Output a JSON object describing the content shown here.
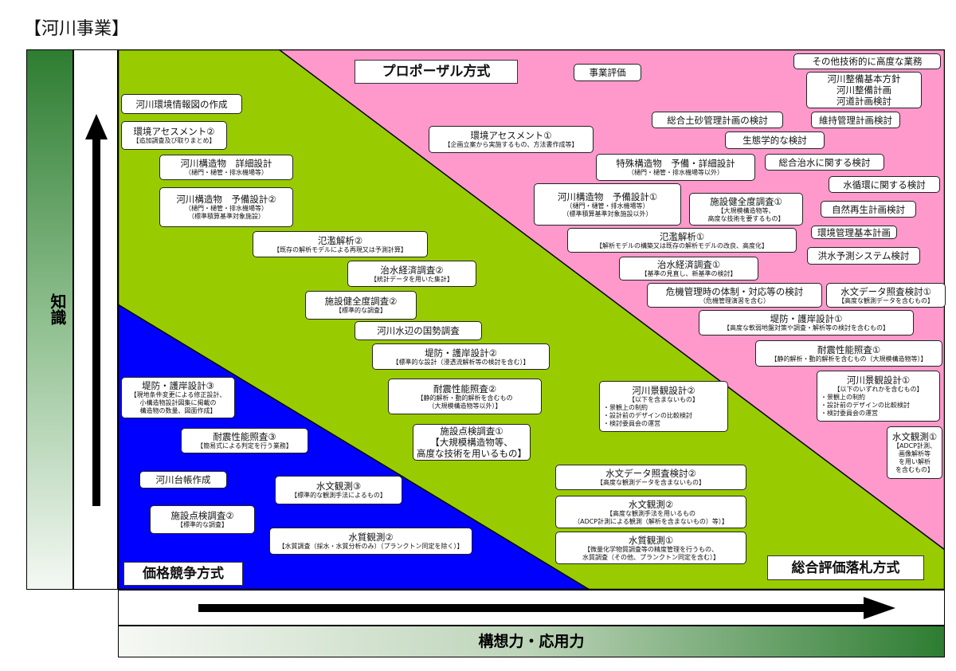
{
  "title": "【河川事業】",
  "axes": {
    "vertical_label": "知識",
    "horizontal_label": "構想力・応用力"
  },
  "colors": {
    "proposal": "#ff99cc",
    "comprehensive": "#99cc00",
    "price": "#0000ff"
  },
  "methods": {
    "proposal": "プロポーザル方式",
    "price": "価格競争方式",
    "comprehensive": "総合評価落札方式"
  },
  "boxes": [
    {
      "id": "jigyo-hyoka",
      "title": "事業評価",
      "lines": []
    },
    {
      "id": "sonota",
      "title": "その他技術的に高度な業務",
      "lines": []
    },
    {
      "id": "seibi",
      "title": "河川整備基本方針",
      "lines": [
        "河川整備計画",
        "河道計画検討"
      ],
      "bigLines": true
    },
    {
      "id": "dosha",
      "title": "総合土砂管理計画の検討",
      "lines": []
    },
    {
      "id": "iji",
      "title": "維持管理計画検討",
      "lines": []
    },
    {
      "id": "seitai",
      "title": "生態学的な検討",
      "lines": []
    },
    {
      "id": "sogo-chisui",
      "title": "総合治水に関する検討",
      "lines": []
    },
    {
      "id": "mizujunkan",
      "title": "水循環に関する検討",
      "lines": []
    },
    {
      "id": "shizen",
      "title": "自然再生計画検討",
      "lines": []
    },
    {
      "id": "kankyo-kanri",
      "title": "環境管理基本計画",
      "lines": []
    },
    {
      "id": "kozui",
      "title": "洪水予測システム検討",
      "lines": []
    },
    {
      "id": "assess1",
      "title": "環境アセスメント①",
      "lines": [
        "【企画立案から実施するもの、方法書作成等】"
      ]
    },
    {
      "id": "tokushu",
      "title": "特殊構造物　予備・詳細設計",
      "lines": [
        "（樋門・樋管・排水機場等以外）"
      ]
    },
    {
      "id": "yobi1",
      "title": "河川構造物　予備設計①",
      "lines": [
        "（樋門・樋管・排水機場等）",
        "（標準積算基準対象施設以外）"
      ]
    },
    {
      "id": "kenzen1",
      "title": "施設健全度調査①",
      "lines": [
        "【大規模構造物等、",
        "高度な技術を要するもの】"
      ]
    },
    {
      "id": "hanran1",
      "title": "氾濫解析①",
      "lines": [
        "【解析モデルの構築又は既存の解析モデルの改良、高度化】"
      ]
    },
    {
      "id": "keizai1",
      "title": "治水経済調査①",
      "lines": [
        "【基準の見直し、新基準の検討】"
      ]
    },
    {
      "id": "kiki",
      "title": "危機管理時の体制・対応等の検討",
      "lines": [
        "（危機管理演習を含む）"
      ]
    },
    {
      "id": "suimon-data1",
      "title": "水文データ照査検討①",
      "lines": [
        "【高度な観測データを含むもの】"
      ]
    },
    {
      "id": "teibo1",
      "title": "堤防・護岸設計①",
      "lines": [
        "【高度な軟弱地盤対策や調査・解析等の検討を含むもの】"
      ]
    },
    {
      "id": "taishin1",
      "title": "耐震性能照査①",
      "lines": [
        "【静的解析・動的解析を含むもの（大規模構造物等）】"
      ]
    },
    {
      "id": "keikan1",
      "title": "河川景観設計①",
      "lines": [
        "【以下のいずれかを含むもの】",
        "・景観上の制約",
        "・設計前のデザインの比較検討",
        "・検討委員会の運営"
      ],
      "bullets": true
    },
    {
      "id": "suimon1",
      "title": "水文観測①",
      "lines": [
        "【ADCP計測、",
        "画像解析等",
        "を用い解析",
        "を含むもの】"
      ]
    },
    {
      "id": "jouhouzu",
      "title": "河川環境情報図の作成",
      "lines": []
    },
    {
      "id": "assess2",
      "title": "環境アセスメント②",
      "lines": [
        "【追加調査及び取りまとめ】"
      ]
    },
    {
      "id": "shosai",
      "title": "河川構造物　詳細設計",
      "lines": [
        "（樋門・樋管・排水機場等）"
      ]
    },
    {
      "id": "yobi2",
      "title": "河川構造物　予備設計②",
      "lines": [
        "（樋門・樋管・排水機場等）",
        "（標準積算基準対象施設）"
      ]
    },
    {
      "id": "hanran2",
      "title": "氾濫解析②",
      "lines": [
        "【既存の解析モデルによる再現又は予測計算】"
      ]
    },
    {
      "id": "keizai2",
      "title": "治水経済調査②",
      "lines": [
        "【統計データを用いた集計】"
      ]
    },
    {
      "id": "kenzen2",
      "title": "施設健全度調査②",
      "lines": [
        "【標準的な調査】"
      ]
    },
    {
      "id": "mizube",
      "title": "河川水辺の国勢調査",
      "lines": []
    },
    {
      "id": "teibo2",
      "title": "堤防・護岸設計②",
      "lines": [
        "【標準的な設計（浸透流解析等の検討を含む）】"
      ]
    },
    {
      "id": "taishin2",
      "title": "耐震性能照査②",
      "lines": [
        "【静的解析・動的解析を含むもの",
        "（大規模構造物等以外）】"
      ]
    },
    {
      "id": "tenken1",
      "title": "施設点検調査①",
      "lines": [
        "【大規模構造物等、",
        "高度な技術を用いるもの】"
      ],
      "bigLines": true
    },
    {
      "id": "keikan2",
      "title": "河川景観設計②",
      "lines": [
        "【以下を含まないもの】",
        "・景観上の制約",
        "・設計前のデザインの比較検討",
        "・検討委員会の運営"
      ],
      "bullets": true
    },
    {
      "id": "teibo3",
      "title": "堤防・護岸設計③",
      "lines": [
        "【現地条件変更による修正設計、",
        "小構造物設計図集に掲載の",
        "構造物の数量、図面作成】"
      ]
    },
    {
      "id": "taishin3",
      "title": "耐震性能照査③",
      "lines": [
        "【簡易式による判定を行う業務】"
      ]
    },
    {
      "id": "daicho",
      "title": "河川台帳作成",
      "lines": []
    },
    {
      "id": "suimon3",
      "title": "水文観測③",
      "lines": [
        "【標準的な観測手法によるもの】"
      ]
    },
    {
      "id": "tenken2",
      "title": "施設点検調査②",
      "lines": [
        "【標準的な調査】"
      ]
    },
    {
      "id": "suishitsu2",
      "title": "水質観測②",
      "lines": [
        "【水質調査（採水・水質分析のみ）（プランクトン同定を除く）】"
      ]
    },
    {
      "id": "suimon-data2",
      "title": "水文データ照査検討②",
      "lines": [
        "【高度な観測データを含まないもの】"
      ]
    },
    {
      "id": "suimon2",
      "title": "水文観測②",
      "lines": [
        "【高度な観測手法を用いるもの",
        "（ADCP計測による観測（解析を含まないもの）等）】"
      ]
    },
    {
      "id": "suishitsu1",
      "title": "水質観測①",
      "lines": [
        "【微量化学物質調査等の精度管理を行うもの、",
        "水質調査（その他、プランクトン同定を含む）】"
      ]
    }
  ]
}
